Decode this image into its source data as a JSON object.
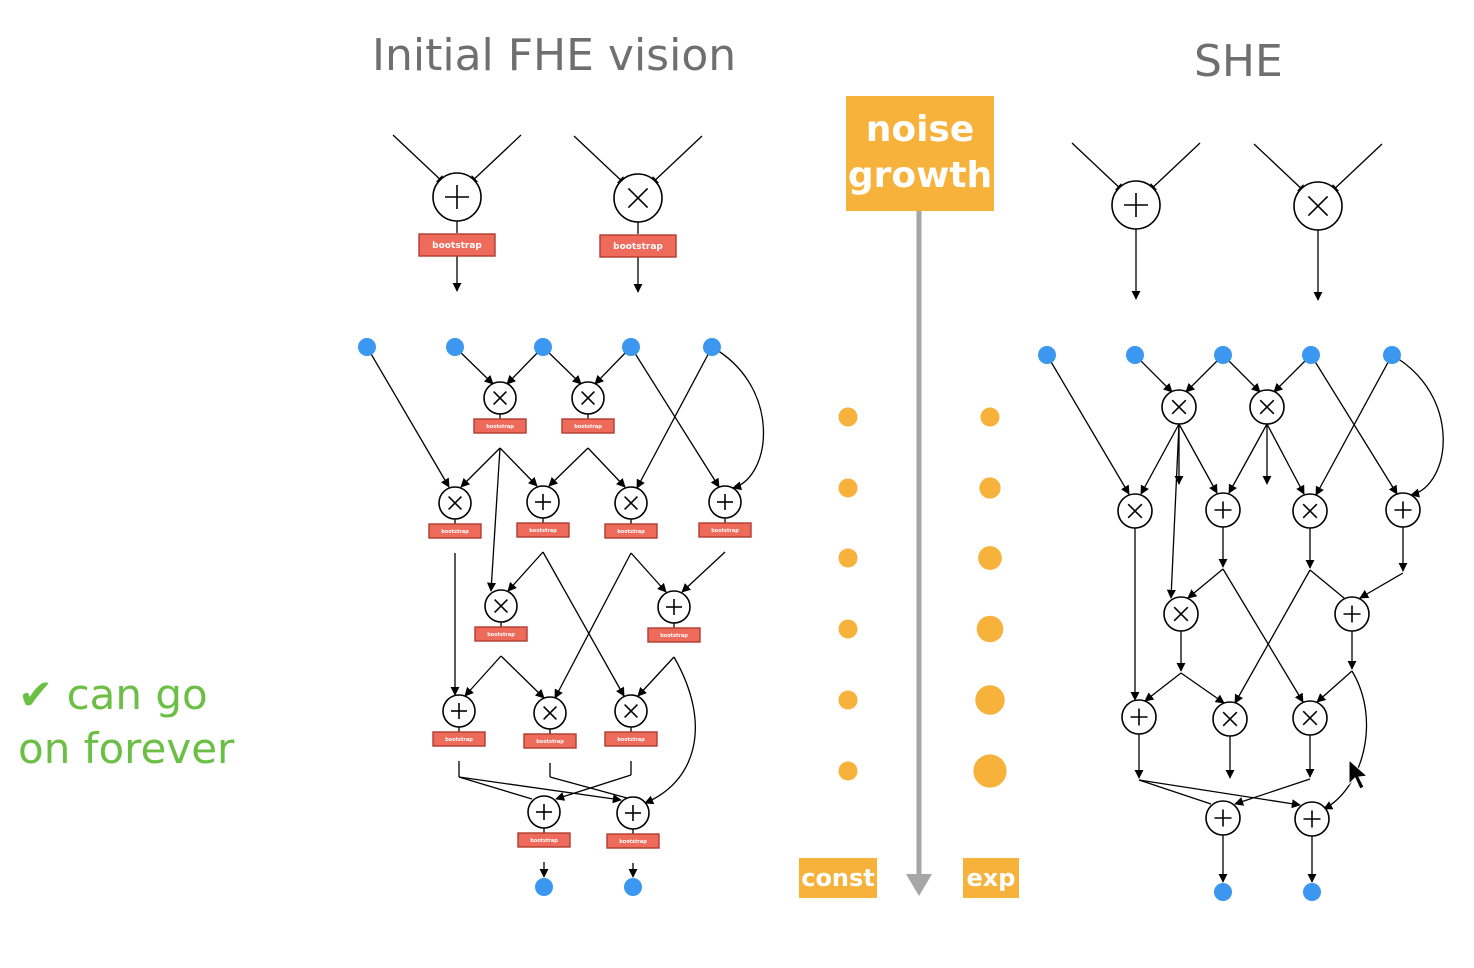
{
  "titles": {
    "left": "Initial FHE vision",
    "right": "SHE"
  },
  "noise_box": {
    "line1": "noise",
    "line2": "growth"
  },
  "scale_labels": {
    "const": "const",
    "exp": "exp"
  },
  "side_note": {
    "check": "✔",
    "line1": "can go",
    "line2": "on forever"
  },
  "gate_box_label": "bootstrap",
  "colors": {
    "title": "#6f6f6f",
    "noise": "#f6b23b",
    "bootstrap": "#ee6a5a",
    "io_node": "#3b97f0",
    "note": "#6cbf45"
  },
  "legend_gates": [
    "+",
    "×"
  ],
  "noise_levels": {
    "const": [
      1,
      1,
      1,
      1,
      1,
      1
    ],
    "exp": [
      1,
      1.12,
      1.25,
      1.4,
      1.55,
      1.75
    ]
  }
}
